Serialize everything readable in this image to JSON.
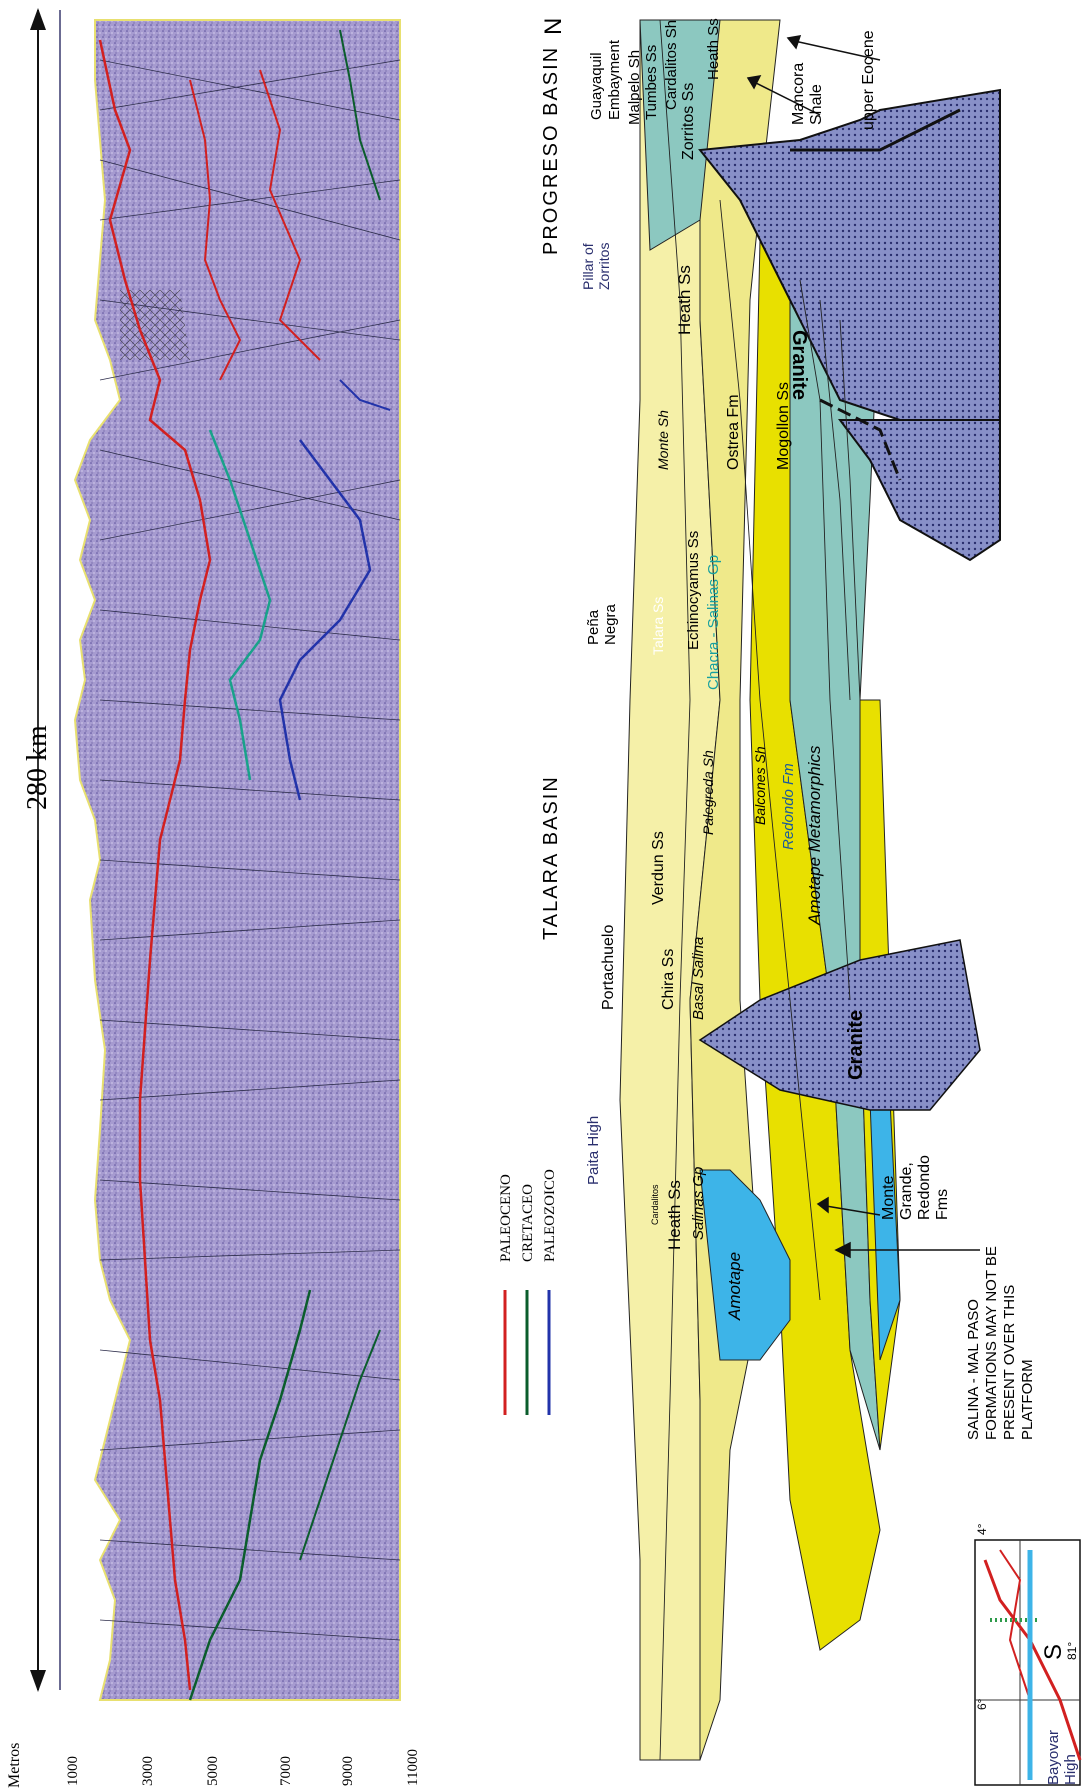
{
  "seismic_panel": {
    "distance_label": "280 km",
    "depth_axis_title": "Metros",
    "depth_ticks": [
      "1000",
      "3000",
      "5000",
      "7000",
      "9000",
      "11000"
    ],
    "legend": [
      {
        "label": "PALEOCENO",
        "color": "#d22020"
      },
      {
        "label": "CRETACEO",
        "color": "#0b5d2c"
      },
      {
        "label": "PALEOZOICO",
        "color": "#2233aa"
      }
    ]
  },
  "cross_section": {
    "compass_south": "S",
    "compass_north": "N",
    "basins": [
      "TALARA BASIN",
      "PROGRESO BASIN"
    ],
    "highs": [
      "Bayovar High",
      "Paita High",
      "Portachuelo",
      "Peña Negra",
      "Pillar of Zorritos",
      "Guayaquil Embayment"
    ],
    "formations": [
      "Cardalitos",
      "Heath Ss",
      "Salinas Gp",
      "Amotape",
      "Chira Ss",
      "Basal Salina",
      "Verdun Ss",
      "Talara Ss",
      "Palegreda Sh",
      "Echinocyamus Ss",
      "Chacra - Salinas Gp",
      "Balcones Sh",
      "Redondo Fm",
      "Amotape Metamorphics",
      "Monte Sh",
      "Ostrea Fm",
      "Mogollon Ss",
      "Granite",
      "Heath Ss",
      "Zorritos Ss",
      "Cardalitos Sh",
      "Tumbes Ss",
      "Malpelo Sh",
      "Heath Ss",
      "Granite"
    ],
    "callouts": [
      "Monte Grande, Redondo Fms",
      "Mancora Shale",
      "upper Eocene"
    ],
    "note": "SALINA - MAL PASO FORMATIONS MAY NOT BE PRESENT OVER THIS PLATFORM",
    "inset_map": {
      "lat_labels": [
        "4°",
        "6°"
      ],
      "lon_labels": [
        "81°"
      ]
    }
  },
  "colors": {
    "shale_yellow": "#f5f0a8",
    "sand_yellow": "#e8e000",
    "salinas_teal": "#8cc8c0",
    "blue": "#3db4e8",
    "granite": "#8890c8",
    "seismic_bg": "#9a90c8"
  }
}
